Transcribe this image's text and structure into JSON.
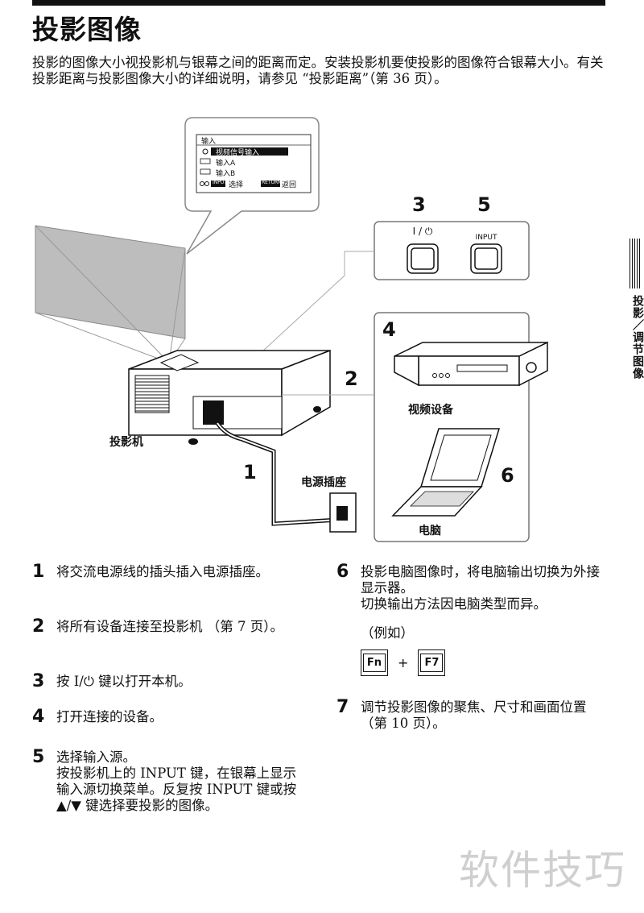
{
  "page": {
    "title": "投影图像",
    "intro": "投影的图像大小视投影机与银幕之间的距离而定。安装投影机要使投影的图像符合银幕大小。有关投影距离与投影图像大小的详细说明，请参见 “投影距离”（第 36 页）。",
    "side_tab": "投影／调节图像",
    "watermark": "软件技巧"
  },
  "diagram": {
    "menu": {
      "title": "输入",
      "items": [
        "视频信号输入",
        "输入A",
        "输入B"
      ],
      "footer_select_key": "INPUT",
      "footer_select": "选择",
      "footer_return_key": "RETURN",
      "footer_return": "返回"
    },
    "button_labels": {
      "power_num": "3",
      "power_symbol": "I / ⏻",
      "input_num": "5",
      "input_label": "INPUT"
    },
    "callouts": {
      "n1": "1",
      "n2": "2",
      "n4": "4",
      "n6": "6"
    },
    "labels": {
      "projector": "投影机",
      "outlet": "电源插座",
      "video": "视频设备",
      "computer": "电脑"
    }
  },
  "steps": {
    "s1": {
      "num": "1",
      "text": "将交流电源线的插头插入电源插座。"
    },
    "s2": {
      "num": "2",
      "text": "将所有设备连接至投影机 （第 7 页）。"
    },
    "s3": {
      "num": "3",
      "text": "按 I/⏻ 键以打开本机。"
    },
    "s4": {
      "num": "4",
      "text": "打开连接的设备。"
    },
    "s5": {
      "num": "5",
      "text": "选择输入源。",
      "sub": "按投影机上的 INPUT 键，在银幕上显示输入源切换菜单。反复按 INPUT 键或按 ▲/▼ 键选择要投影的图像。"
    },
    "s6": {
      "num": "6",
      "text": "投影电脑图像时，将电脑输出切换为外接显示器。",
      "sub": "切换输出方法因电脑类型而异。",
      "example": "（例如）",
      "key1": "Fn",
      "plus": "+",
      "key2": "F7"
    },
    "s7": {
      "num": "7",
      "text": "调节投影图像的聚焦、尺寸和画面位置 （第 10 页）。"
    }
  }
}
